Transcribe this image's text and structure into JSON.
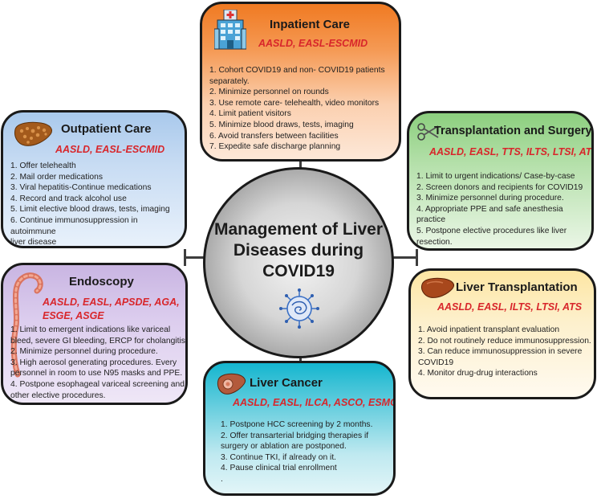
{
  "center": {
    "title_lines": [
      "Management of Liver",
      "Diseases during",
      "COVID19"
    ],
    "icon": "virus-icon"
  },
  "inpatient": {
    "title": "Inpatient Care",
    "societies": "AASLD, EASL-ESCMID",
    "icon": "hospital-icon",
    "items": [
      "1. Cohort COVID19 and non- COVID19 patients",
      "separately.",
      "2. Minimize personnel on rounds",
      "3. Use remote care- telehealth, video monitors",
      "4. Limit patient visitors",
      "5. Minimize blood draws, tests, imaging",
      "6. Avoid transfers between facilities",
      "7. Expedite safe discharge planning"
    ]
  },
  "outpatient": {
    "title": "Outpatient Care",
    "societies": "AASLD, EASL-ESCMID",
    "icon": "cirrhotic-liver-icon",
    "items": [
      "1. Offer telehealth",
      "2. Mail order medications",
      "3. Viral hepatitis-Continue medications",
      "4. Record and track alcohol use",
      "5. Limit elective blood draws, tests, imaging",
      "6. Continue immunosuppression in autoimmune",
      "liver disease"
    ]
  },
  "surgery": {
    "title": "Transplantation and Surgery",
    "societies": "AASLD, EASL, TTS, ILTS, LTSI, ATS",
    "icon": "scissors-icon",
    "items": [
      "1. Limit to urgent indications/ Case-by-case",
      "2. Screen donors and recipients for COVID19",
      "3. Minimize personnel during procedure.",
      "4. Appropriate PPE and safe anesthesia practice",
      "5. Postpone elective procedures like liver",
      "resection."
    ]
  },
  "endoscopy": {
    "title": "Endoscopy",
    "societies_lines": [
      "AASLD, EASL, APSDE, AGA,",
      "ESGE, ASGE"
    ],
    "icon": "colon-icon",
    "items": [
      "1. Limit to emergent indications like variceal",
      "bleed, severe GI bleeding, ERCP for cholangitis",
      "2. Minimize personnel during procedure.",
      "3. High aerosol generating procedures. Every",
      "personnel in room to use N95 masks and PPE.",
      "4. Postpone esophageal variceal screening and",
      "other elective procedures."
    ]
  },
  "liver_transplant": {
    "title": "Liver Transplantation",
    "societies": "AASLD, EASL, ILTS, LTSI, ATS",
    "icon": "liver-icon",
    "items": [
      "1. Avoid inpatient transplant evaluation",
      "2. Do not routinely reduce immunosuppression.",
      "3. Can reduce immunosuppression in severe",
      "COVID19",
      "4. Monitor drug-drug interactions"
    ]
  },
  "liver_cancer": {
    "title": "Liver Cancer",
    "societies": "AASLD, EASL, ILCA, ASCO, ESMO",
    "icon": "liver-tumor-icon",
    "items": [
      "1. Postpone HCC screening by 2 months.",
      "2. Offer transarterial bridging therapies if",
      "surgery or ablation are postponed.",
      "3. Continue TKI, if already on it.",
      "4. Pause clinical trial enrollment",
      "."
    ]
  },
  "colors": {
    "inpatient_top": "#f07a22",
    "inpatient_bottom": "#fde8d8",
    "outpatient_top": "#a9c9ec",
    "outpatient_bottom": "#e8f1fb",
    "surgery_top": "#8ccf7e",
    "surgery_bottom": "#eaf6e6",
    "endoscopy_top": "#c9b5e2",
    "endoscopy_bottom": "#efe7f7",
    "liver_tx_top": "#fde6a3",
    "liver_tx_bottom": "#fffaf0",
    "liver_cancer_top": "#14b6cf",
    "liver_cancer_bottom": "#e2f5f8",
    "society_red": "#d8262b"
  }
}
